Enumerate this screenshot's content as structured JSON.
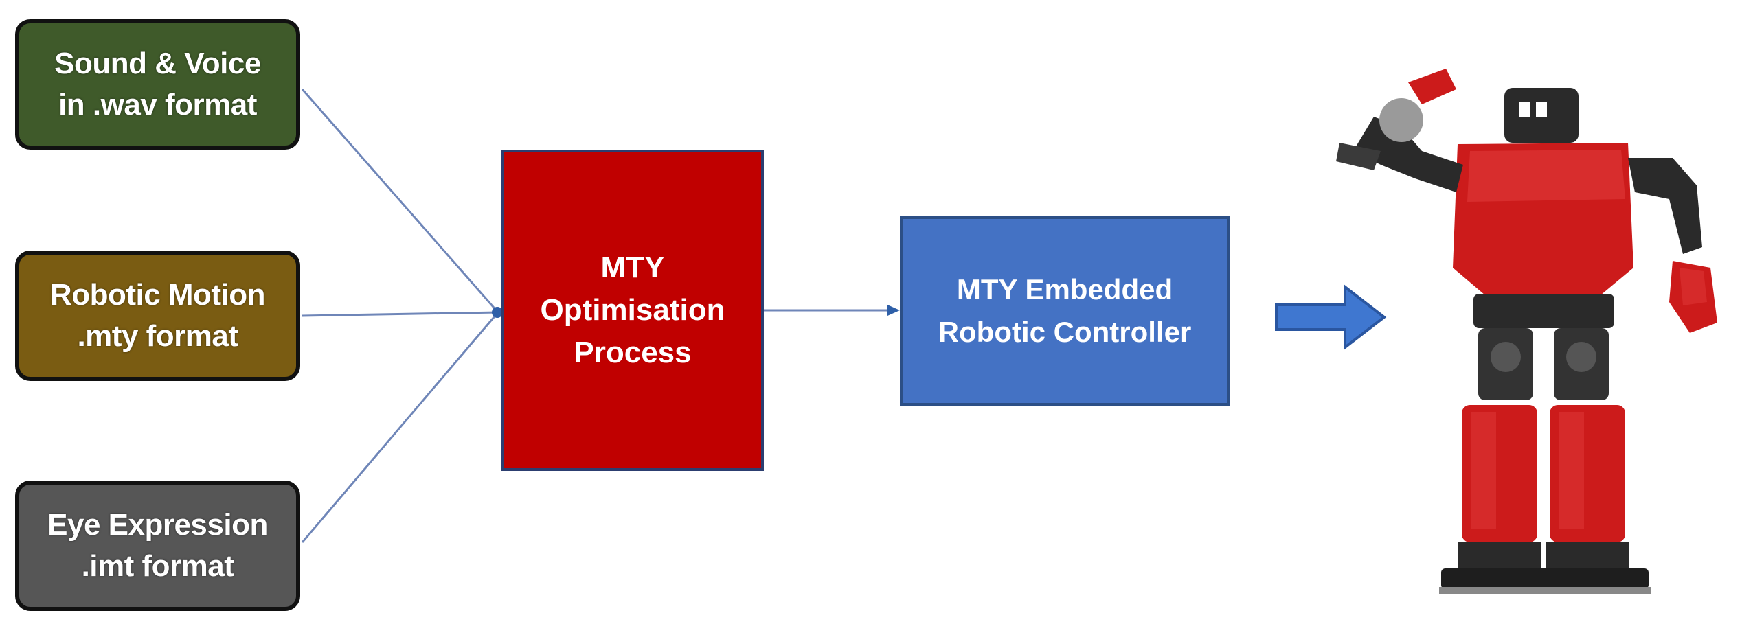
{
  "inputs": [
    {
      "id": "sound",
      "line1": "Sound & Voice",
      "line2": "in .wav format",
      "color": "#3f5a2a"
    },
    {
      "id": "motion",
      "line1": "Robotic Motion",
      "line2": ".mty format",
      "color": "#7a5c12"
    },
    {
      "id": "eye",
      "line1": "Eye Expression",
      "line2": ".imt format",
      "color": "#565656"
    }
  ],
  "process": {
    "line1": "MTY",
    "line2": "Optimisation",
    "line3": "Process",
    "color": "#c00000"
  },
  "controller": {
    "line1": "MTY Embedded",
    "line2": "Robotic Controller",
    "color": "#4472c4"
  },
  "arrow_color": "#2e5fa8",
  "connector_color": "#6f86b8",
  "robot": {
    "body_color": "#cc1b1b",
    "joint_color": "#2a2a2a"
  }
}
